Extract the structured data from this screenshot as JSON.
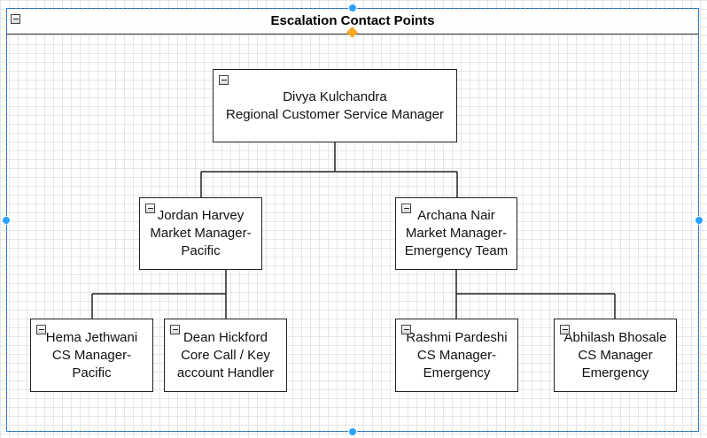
{
  "diagram": {
    "title": "Escalation Contact Points",
    "nodes": [
      {
        "id": "divya",
        "name": "Divya Kulchandra",
        "role": "Regional Customer Service Manager"
      },
      {
        "id": "jordan",
        "name": "Jordan Harvey",
        "role": "Market Manager-Pacific"
      },
      {
        "id": "archana",
        "name": "Archana Nair",
        "role": "Market Manager-Emergency Team"
      },
      {
        "id": "hema",
        "name": "Hema Jethwani",
        "role": "CS Manager-Pacific"
      },
      {
        "id": "dean",
        "name": "Dean Hickford",
        "role": "Core Call / Key account Handler"
      },
      {
        "id": "rashmi",
        "name": "Rashmi Pardeshi",
        "role": "CS Manager-Emergency"
      },
      {
        "id": "abhilash",
        "name": "Abhilash Bhosale",
        "role": "CS Manager Emergency"
      }
    ],
    "edges": [
      {
        "from": "divya",
        "to": "jordan"
      },
      {
        "from": "divya",
        "to": "archana"
      },
      {
        "from": "jordan",
        "to": "hema"
      },
      {
        "from": "jordan",
        "to": "dean"
      },
      {
        "from": "archana",
        "to": "rashmi"
      },
      {
        "from": "archana",
        "to": "abhilash"
      }
    ],
    "colors": {
      "selection": "#29a3ff",
      "rotate_handle": "#f5a623",
      "border": "#222222"
    }
  }
}
